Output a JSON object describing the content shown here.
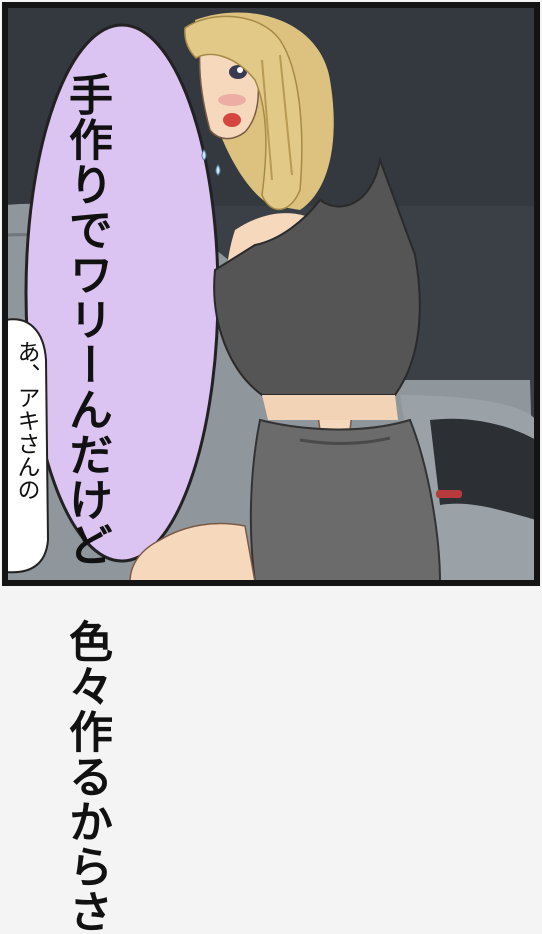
{
  "panel": {
    "colors": {
      "frame": "#141414",
      "background": "#3b3f46",
      "car_body": "#8a9197",
      "hair": "#dcc27e",
      "skin": "#f6d8bc",
      "top": "#565555",
      "pants": "#6b6b6b",
      "speech_bubble": "#dcc4f2"
    }
  },
  "speech_bubble": {
    "lines": [
      "手作りでワリーんだけど",
      "色々作るからさ"
    ]
  },
  "narration_bubble": {
    "lines": [
      "あ、アキさんの"
    ]
  }
}
